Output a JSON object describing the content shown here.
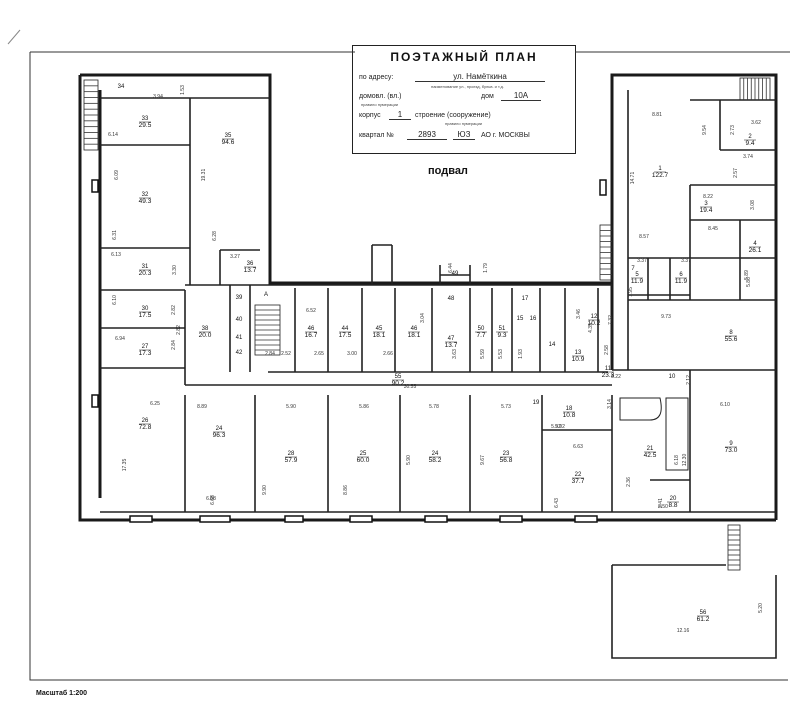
{
  "header": {
    "title": "ПОЭТАЖНЫЙ ПЛАН",
    "address_label": "по адресу:",
    "address_value": "ул. Намёткина",
    "address_note": "наименование ул., проезд, бульв. и т.д.",
    "house_label": "домовл. (вл.)",
    "house_note": "правило нумерации",
    "dom_label": "дом",
    "dom_value": "10А",
    "korpus_label": "корпус",
    "korpus_value": "1",
    "stroenie_label": "строение (сооружение)",
    "stroenie_note": "правило нумерации",
    "kvartal_label": "квартал №",
    "kvartal_value": "2893",
    "district_value": "ЮЗ",
    "city_label": "АО г. МОСКВЫ"
  },
  "floor_label": "подвал",
  "scale_label": "Масштаб 1:200",
  "rooms": [
    {
      "id": "r34",
      "num": "34",
      "area": ""
    },
    {
      "id": "r33",
      "num": "33",
      "area": "29.5"
    },
    {
      "id": "r35",
      "num": "35",
      "area": "94.6"
    },
    {
      "id": "r32",
      "num": "32",
      "area": "49.3"
    },
    {
      "id": "r31",
      "num": "31",
      "area": "20.3"
    },
    {
      "id": "r30",
      "num": "30",
      "area": "17.5"
    },
    {
      "id": "r27",
      "num": "27",
      "area": "17.3"
    },
    {
      "id": "r26",
      "num": "26",
      "area": "72.8"
    },
    {
      "id": "r36",
      "num": "36",
      "area": "13.7"
    },
    {
      "id": "r38",
      "num": "38",
      "area": "20.0"
    },
    {
      "id": "r39",
      "num": "39",
      "area": ""
    },
    {
      "id": "r40",
      "num": "40",
      "area": ""
    },
    {
      "id": "r41",
      "num": "41",
      "area": ""
    },
    {
      "id": "r42",
      "num": "42",
      "area": ""
    },
    {
      "id": "rA",
      "num": "А",
      "area": ""
    },
    {
      "id": "r46",
      "num": "46",
      "area": "16.7"
    },
    {
      "id": "r44",
      "num": "44",
      "area": "17.5"
    },
    {
      "id": "r45",
      "num": "45",
      "area": "18.1"
    },
    {
      "id": "r48b",
      "num": "46",
      "area": "18.1"
    },
    {
      "id": "r47",
      "num": "47",
      "area": "13.7"
    },
    {
      "id": "r48",
      "num": "48",
      "area": ""
    },
    {
      "id": "r49",
      "num": "49",
      "area": ""
    },
    {
      "id": "r50",
      "num": "50",
      "area": "7.7"
    },
    {
      "id": "r51",
      "num": "51",
      "area": "9.3"
    },
    {
      "id": "r17",
      "num": "17",
      "area": ""
    },
    {
      "id": "r15",
      "num": "15",
      "area": ""
    },
    {
      "id": "r16",
      "num": "16",
      "area": ""
    },
    {
      "id": "r14",
      "num": "14",
      "area": ""
    },
    {
      "id": "r12",
      "num": "12",
      "area": "10.2"
    },
    {
      "id": "r13",
      "num": "13",
      "area": "10.9"
    },
    {
      "id": "r11",
      "num": "11",
      "area": "23.3"
    },
    {
      "id": "r55",
      "num": "55",
      "area": "90.2"
    },
    {
      "id": "r24",
      "num": "24",
      "area": "96.3"
    },
    {
      "id": "r28",
      "num": "28",
      "area": "57.9"
    },
    {
      "id": "r25",
      "num": "25",
      "area": "60.0"
    },
    {
      "id": "r34b",
      "num": "24",
      "area": "58.2"
    },
    {
      "id": "r23",
      "num": "23",
      "area": "56.8"
    },
    {
      "id": "r22",
      "num": "22",
      "area": "37.7"
    },
    {
      "id": "r18",
      "num": "18",
      "area": "10.8"
    },
    {
      "id": "r19",
      "num": "19",
      "area": ""
    },
    {
      "id": "r21",
      "num": "21",
      "area": "42.5"
    },
    {
      "id": "r20",
      "num": "20",
      "area": "8.8"
    },
    {
      "id": "r9",
      "num": "9",
      "area": "73.0"
    },
    {
      "id": "r8",
      "num": "8",
      "area": "55.6"
    },
    {
      "id": "r10",
      "num": "10",
      "area": ""
    },
    {
      "id": "r7",
      "num": "7",
      "area": ""
    },
    {
      "id": "r1",
      "num": "1",
      "area": "122.7"
    },
    {
      "id": "r3",
      "num": "3",
      "area": "19.4"
    },
    {
      "id": "r4",
      "num": "4",
      "area": "26.1"
    },
    {
      "id": "r5",
      "num": "5",
      "area": "11.9"
    },
    {
      "id": "r6",
      "num": "6",
      "area": "11.9"
    },
    {
      "id": "r2",
      "num": "2",
      "area": "9.4"
    },
    {
      "id": "r56",
      "num": "56",
      "area": "61.2"
    }
  ],
  "dimensions": [
    "3.94",
    "1.53",
    "6.14",
    "19.31",
    "6.09",
    "6.31",
    "6.28",
    "6.13",
    "3.30",
    "3.27",
    "6.10",
    "2.82",
    "6.94",
    "2.84",
    "6.25",
    "17.35",
    "8.89",
    "6.68",
    "5.90",
    "9.90",
    "5.86",
    "8.86",
    "5.78",
    "5.90",
    "5.73",
    "9.67",
    "5.92",
    "6.63",
    "6.43",
    "3.14",
    "2.36",
    "6.18",
    "2.41",
    "12.30",
    "6.10",
    "8.81",
    "14.71",
    "2.73",
    "3.62",
    "9.54",
    "3.74",
    "2.57",
    "8.22",
    "3.08",
    "8.45",
    "5.86",
    "8.57",
    "3.37",
    "3.37",
    "5.89",
    "1.95",
    "9.73",
    "7.32",
    "2.12",
    "8.22",
    "6.44",
    "1.79",
    "6.52",
    "2.52",
    "2.65",
    "3.00",
    "2.66",
    "3.04",
    "3.63",
    "5.59",
    "5.53",
    "1.93",
    "3.46",
    "4.35",
    "2.58",
    "30.55",
    "2.84",
    "5.92",
    "2.50",
    "12.16",
    "5.20",
    "2.82",
    "6.68"
  ]
}
